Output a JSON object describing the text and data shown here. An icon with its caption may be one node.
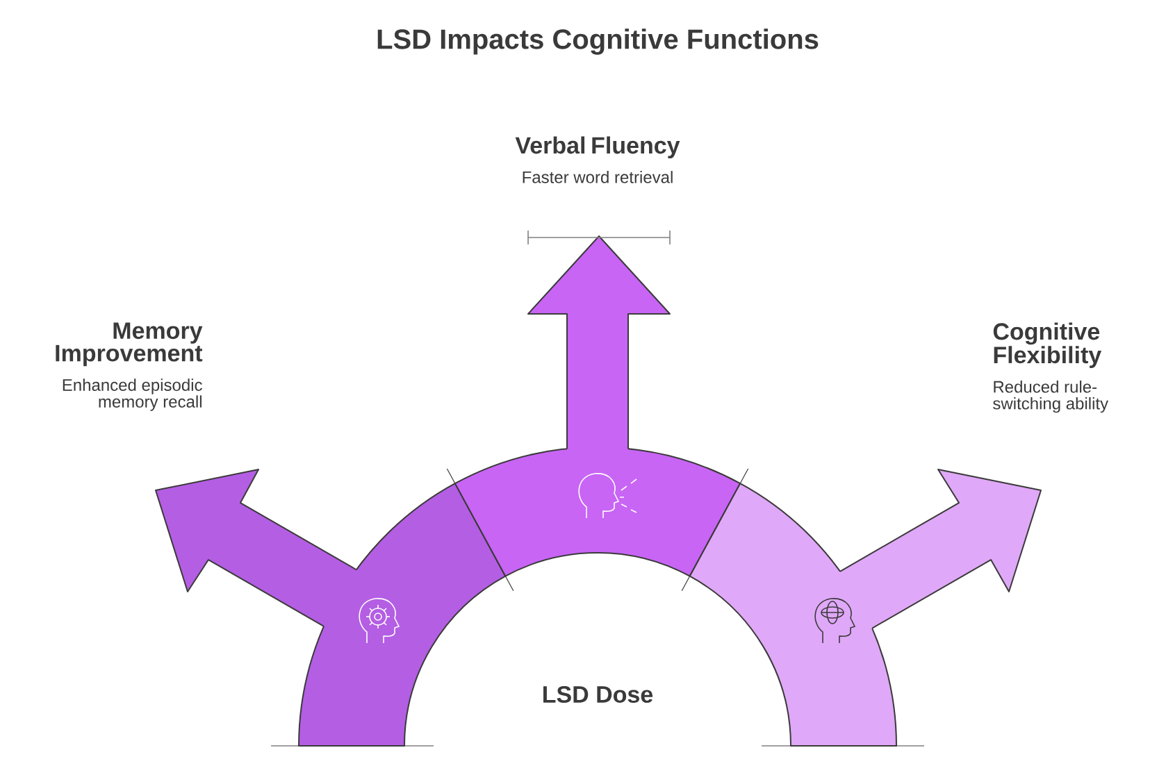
{
  "diagram": {
    "title": "LSD Impacts Cognitive Functions",
    "nodes": [
      {
        "text": [
          "Memory Improvement",
          "Enhanced episodic memory recall"
        ]
      },
      {
        "text": [
          "Verbal Fluency",
          "Faster word retrieval"
        ]
      },
      {
        "text": [
          "Cognitive Flexibility",
          "Reduced rule-switching ability"
        ]
      }
    ],
    "labels": [
      "LSD Dose"
    ]
  }
}
